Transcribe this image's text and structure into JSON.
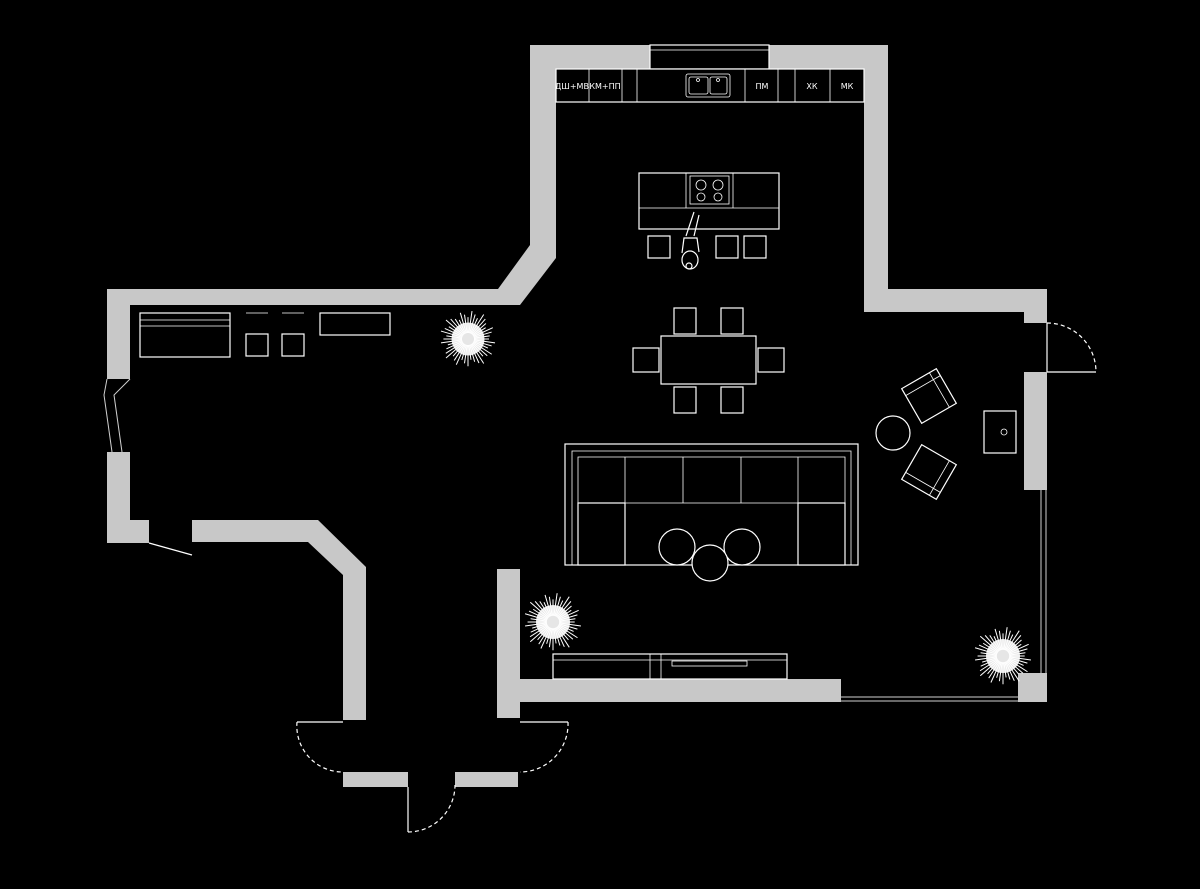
{
  "kitchen_labels": {
    "dishwasher_microwave": "ДШ+МВ",
    "coffee_machine": "КМ+ПП",
    "washer": "ПМ",
    "fridge": "ХК",
    "freezer": "МК"
  },
  "colors": {
    "background": "#000000",
    "walls": "#c8c8c8",
    "lines": "#ffffff"
  },
  "icons": [
    "plant-icon",
    "person-icon",
    "cooktop-icon",
    "sink-icon"
  ]
}
